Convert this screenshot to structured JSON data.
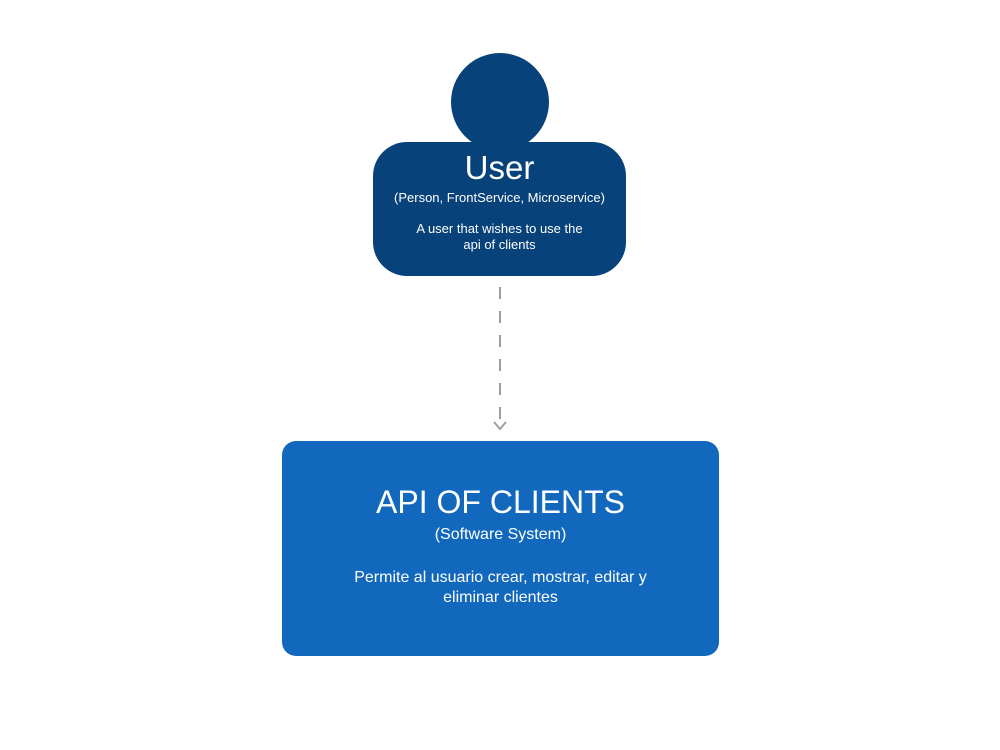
{
  "person": {
    "title": "User",
    "type": "(Person, FrontService, Microservice)",
    "description_line1": "A user that wishes to use the",
    "description_line2": "api of clients",
    "color": "#08427b"
  },
  "system": {
    "title": "API OF CLIENTS",
    "type": "(Software System)",
    "description_line1": "Permite al usuario crear, mostrar, editar y",
    "description_line2": "eliminar clientes",
    "color": "#1168bd"
  },
  "relationship": {
    "style": "dashed",
    "color": "#9e9e9e"
  }
}
